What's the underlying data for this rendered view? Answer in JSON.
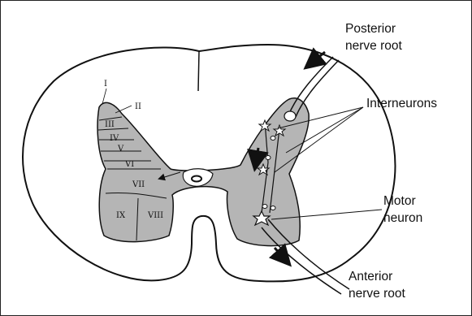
{
  "diagram": {
    "labels": {
      "posterior_root": [
        "Posterior",
        "nerve root"
      ],
      "interneurons": "Interneurons",
      "motor_neuron": [
        "Motor",
        "neuron"
      ],
      "anterior_root": [
        "Anterior",
        "nerve root"
      ]
    },
    "laminae": [
      "I",
      "II",
      "III",
      "IV",
      "V",
      "VI"
    ],
    "zones": [
      "VII",
      "VIII",
      "IX"
    ],
    "colors": {
      "gray_matter": "#b5b5b5",
      "outline": "#111111",
      "background": "#ffffff"
    }
  }
}
